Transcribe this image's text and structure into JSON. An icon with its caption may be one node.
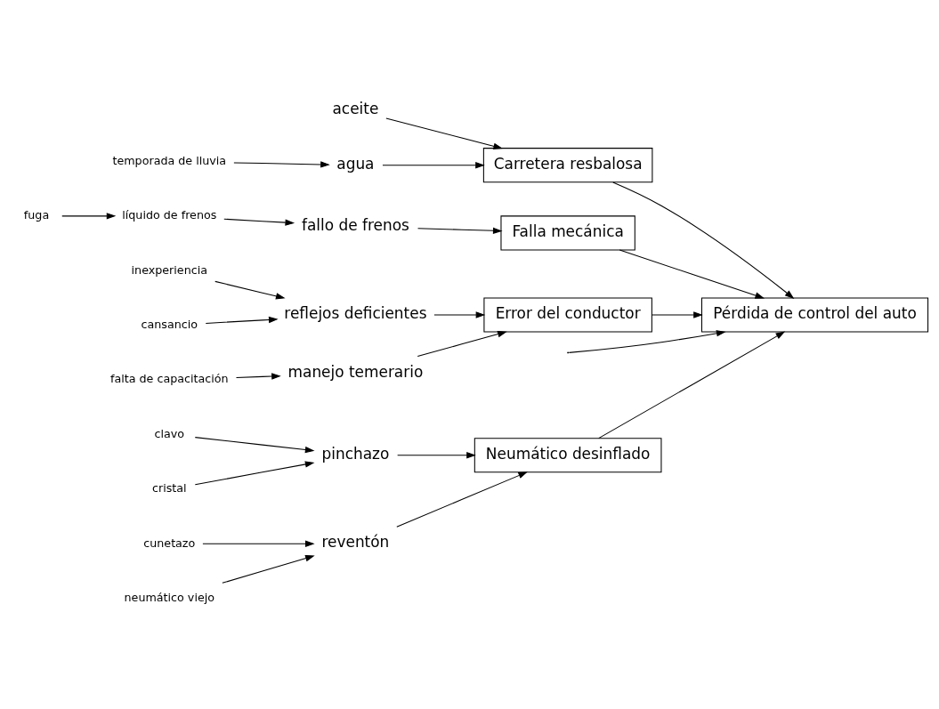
{
  "diagram": {
    "nodes": [
      {
        "text": [
          "Neumático desinflado"
        ]
      },
      {
        "text": [
          "Carretera resbalosa"
        ]
      },
      {
        "text": [
          "Pérdida de control del auto"
        ]
      },
      {
        "text": [
          "Falla mecánica"
        ]
      },
      {
        "text": [
          "Error del conductor"
        ]
      },
      {
        "text": [
          "clavo"
        ]
      },
      {
        "text": [
          "pinchazo"
        ]
      },
      {
        "text": [
          "cunetazo"
        ]
      },
      {
        "text": [
          "reventón"
        ]
      },
      {
        "text": [
          "cristal"
        ]
      },
      {
        "text": [
          "neumático viejo"
        ]
      },
      {
        "text": [
          "aceite"
        ]
      },
      {
        "text": [
          "agua"
        ]
      },
      {
        "text": [
          "temporada de lluvia"
        ]
      },
      {
        "text": [
          "fallo de frenos"
        ]
      },
      {
        "text": [
          "fuga"
        ]
      },
      {
        "text": [
          "líquido de frenos"
        ]
      },
      {
        "text": [
          "inexperiencia"
        ]
      },
      {
        "text": [
          "falta de capacitación"
        ]
      },
      {
        "text": [
          "reflejos deficientes"
        ]
      },
      {
        "text": [
          "manejo temerario"
        ]
      },
      {
        "text": [
          "cansancio"
        ]
      }
    ],
    "edges": [
      {
        "from": null,
        "to": 2,
        "arrow": "to"
      },
      {
        "from": 0,
        "to": 2,
        "arrow": "to"
      },
      {
        "from": 1,
        "to": 2,
        "arrow": "to"
      },
      {
        "from": 3,
        "to": 2,
        "arrow": "to"
      },
      {
        "from": 4,
        "to": 2,
        "arrow": "to"
      },
      {
        "from": 6,
        "to": 0,
        "arrow": "to"
      },
      {
        "from": 5,
        "to": 6,
        "arrow": "to"
      },
      {
        "from": 9,
        "to": 6,
        "arrow": "to"
      },
      {
        "from": 8,
        "to": 0,
        "arrow": "to"
      },
      {
        "from": 7,
        "to": 8,
        "arrow": "to"
      },
      {
        "from": 10,
        "to": 8,
        "arrow": "to"
      },
      {
        "from": 11,
        "to": 1,
        "arrow": "to"
      },
      {
        "from": 12,
        "to": 1,
        "arrow": "to"
      },
      {
        "from": 13,
        "to": 12,
        "arrow": "to"
      },
      {
        "from": 14,
        "to": 3,
        "arrow": "to"
      },
      {
        "from": 16,
        "to": 14,
        "arrow": "to"
      },
      {
        "from": 15,
        "to": 16,
        "arrow": "to"
      },
      {
        "from": 19,
        "to": 4,
        "arrow": "to"
      },
      {
        "from": 17,
        "to": 19,
        "arrow": "to"
      },
      {
        "from": 21,
        "to": 19,
        "arrow": "to"
      },
      {
        "from": 20,
        "to": 4,
        "arrow": "to"
      },
      {
        "from": 18,
        "to": 20,
        "arrow": "to"
      }
    ]
  }
}
